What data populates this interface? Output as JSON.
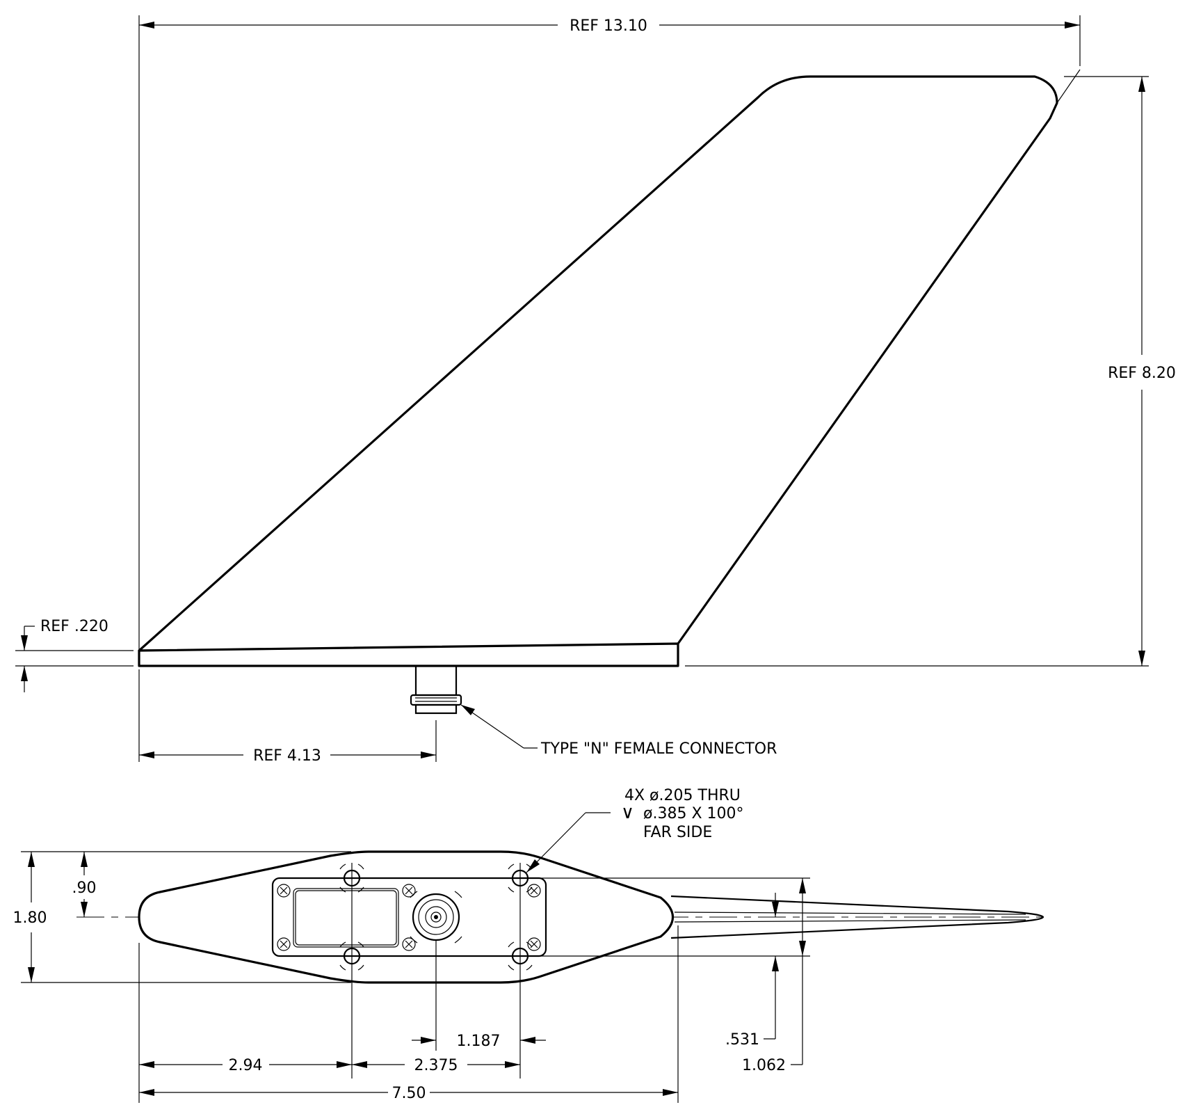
{
  "side_view": {
    "dim_overall_length": "REF  13.10",
    "dim_height": "REF  8.20",
    "dim_base_thickness": "REF  .220",
    "dim_connector_offset": "REF  4.13",
    "connector_callout": "TYPE \"N\" FEMALE CONNECTOR"
  },
  "bottom_view": {
    "hole_callout_line1": "4X ø.205 THRU",
    "hole_callout_line2": "ø.385  X  100°",
    "hole_callout_line3": "FAR SIDE",
    "countersink_symbol": "∨",
    "dim_half_width": ".90",
    "dim_width": "1.80",
    "dim_hole_half_spacing_x": "1.187",
    "dim_hole_half_spacing_y": ".531",
    "dim_hole_spacing_y": "1.062",
    "dim_first_hole_x": "2.94",
    "dim_hole_spacing_x": "2.375",
    "dim_base_length": "7.50"
  }
}
